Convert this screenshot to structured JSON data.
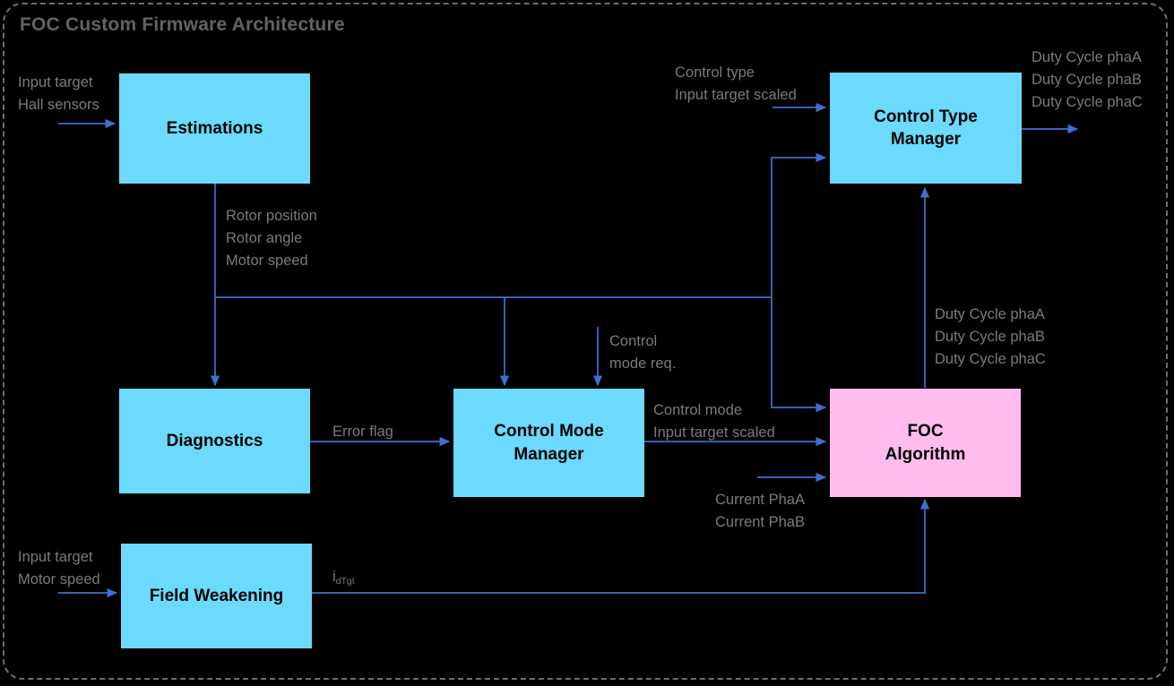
{
  "diagram": {
    "title": "FOC Custom Firmware Architecture",
    "colors": {
      "background": "#000000",
      "block_cyan": "#6BDAFC",
      "block_pink": "#FFBDEE",
      "connector": "#3E6FD0",
      "junction": "#3E6FD0",
      "label_text": "#7a7a7a",
      "title_text": "#636363",
      "frame_border": "#6e6e6e"
    },
    "nodes": [
      {
        "id": "estimations",
        "label": "Estimations",
        "fill": "cyan"
      },
      {
        "id": "control-type-manager",
        "label": "Control Type\nManager",
        "fill": "cyan"
      },
      {
        "id": "diagnostics",
        "label": "Diagnostics",
        "fill": "cyan"
      },
      {
        "id": "control-mode-manager",
        "label": "Control Mode\nManager",
        "fill": "cyan"
      },
      {
        "id": "foc-algorithm",
        "label": "FOC\nAlgorithm",
        "fill": "pink"
      },
      {
        "id": "field-weakening",
        "label": "Field Weakening",
        "fill": "cyan"
      }
    ],
    "signals": {
      "estimations_input": "Input target\nHall sensors",
      "estimations_output": "Rotor position\nRotor angle\nMotor speed",
      "control_type_input": "Control type\nInput target scaled",
      "control_type_output": "Duty Cycle phaA\nDuty Cycle phaB\nDuty Cycle phaC",
      "error_flag": "Error flag",
      "control_mode_req": "Control\nmode req.",
      "control_mode_out": "Control mode\nInput target scaled",
      "current_phases": "Current PhaA\nCurrent PhaB",
      "foc_duty_cycle": "Duty Cycle phaA\nDuty Cycle phaB\nDuty Cycle phaC",
      "field_weakening_input": "Input target\nMotor speed",
      "field_weakening_output_base": "i",
      "field_weakening_output_sub": "dTgt"
    }
  }
}
